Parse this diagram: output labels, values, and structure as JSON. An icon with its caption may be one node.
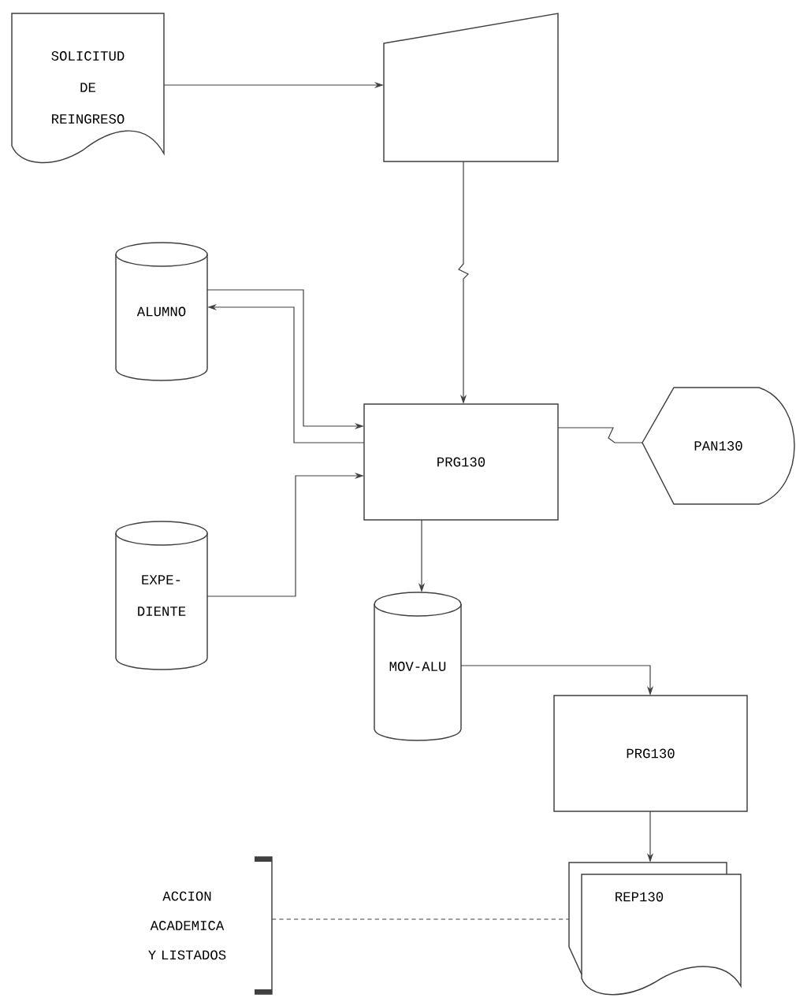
{
  "diagram": {
    "nodes": [
      {
        "text": [
          "SOLICITUD DE REINGRESO"
        ]
      },
      {
        "text": [],
        "shape": "trapezoid"
      },
      {
        "text": [
          "ALUMNO"
        ]
      },
      {
        "text": [
          "PRG130"
        ]
      },
      {
        "text": [
          "PAN130"
        ]
      },
      {
        "text": [
          "EXPE- DIENTE"
        ]
      },
      {
        "text": [
          "MOV-ALU"
        ]
      },
      {
        "text": [
          "PRG130"
        ]
      },
      {
        "text": [
          "REP130"
        ]
      },
      {
        "text": [
          "ACCION ACADEMICA Y LISTADOS"
        ]
      }
    ],
    "edges": [
      {
        "from": 0,
        "to": 1,
        "arrow": "to"
      },
      {
        "from": 1,
        "to": 3,
        "arrow": "to"
      },
      {
        "from": 2,
        "to": 3,
        "arrow": "to"
      },
      {
        "from": 3,
        "to": 2,
        "arrow": "to"
      },
      {
        "from": 5,
        "to": 3,
        "arrow": "to"
      },
      {
        "from": 3,
        "to": 4,
        "arrow": "none"
      },
      {
        "from": 3,
        "to": 6,
        "arrow": "to"
      },
      {
        "from": 6,
        "to": 7,
        "arrow": "to"
      },
      {
        "from": 7,
        "to": 8,
        "arrow": "to"
      },
      {
        "from": 9,
        "to": 8,
        "arrow": "none",
        "style": "dashed"
      }
    ]
  }
}
